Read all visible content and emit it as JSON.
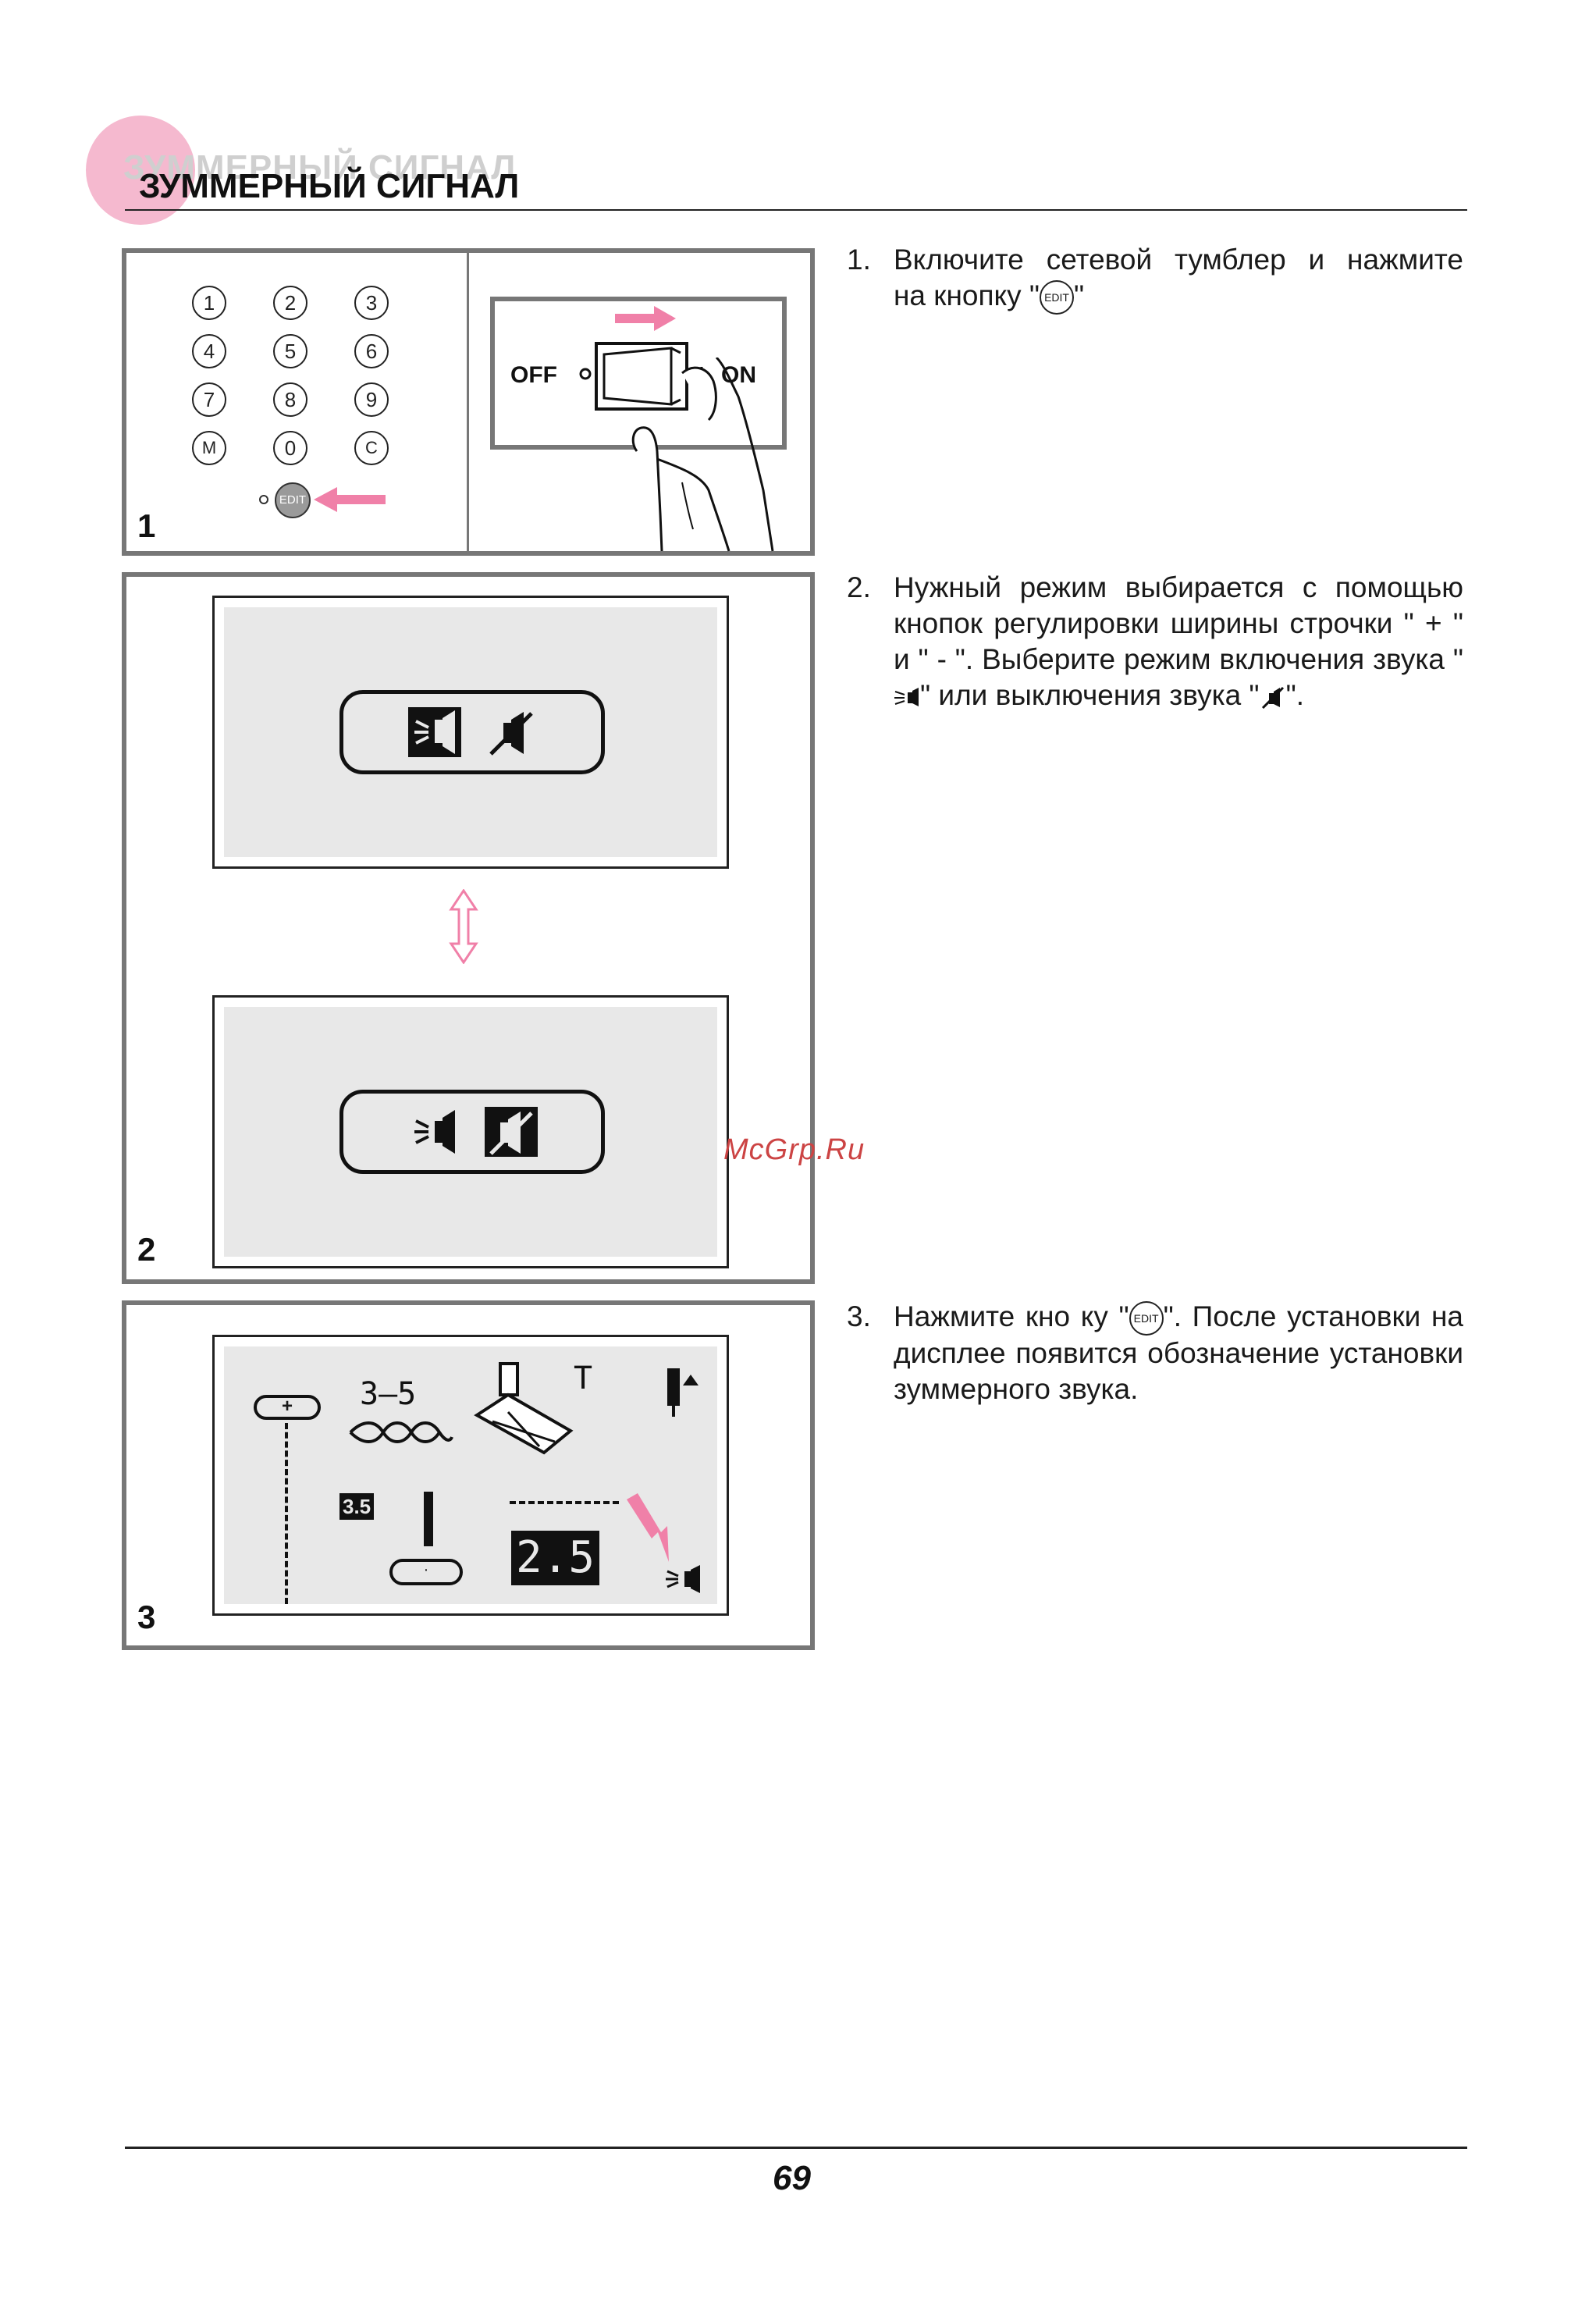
{
  "header": {
    "title": "ЗУММЕРНЫЙ СИГНАЛ"
  },
  "figures": {
    "panel1": {
      "number": "1",
      "keypad": [
        "1",
        "2",
        "3",
        "4",
        "5",
        "6",
        "7",
        "8",
        "9",
        "M",
        "0",
        "C"
      ],
      "edit_key": "EDIT",
      "switch_off": "OFF",
      "switch_on": "ON"
    },
    "panel2": {
      "number": "2"
    },
    "panel3": {
      "number": "3",
      "range": "3–5",
      "letter": "T",
      "small_value": "3.5",
      "large_value": "2.5",
      "plus": "+"
    }
  },
  "steps": [
    {
      "num": "1.",
      "line1": "Включите сетевой тумблер и нажмите",
      "line2_before": "на кнопку  \"",
      "edit": "EDIT",
      "line2_after": "\""
    },
    {
      "num": "2.",
      "text_a": "Нужный режим выбирается с помощью кнопок регулировки ширины строчки \" + \" и \" - \". Выберите режим включения звука \"",
      "text_b": "\" или выключения звука \"",
      "text_c": "\"."
    },
    {
      "num": "3.",
      "text_a": "Нажмите  кно ку  \"",
      "edit": "EDIT",
      "text_b": "\". После установки на дисплее появится обозначение установки зуммерного звука."
    }
  ],
  "watermark": "McGrp.Ru",
  "footer": {
    "page_number": "69"
  },
  "colors": {
    "accent_pink": "#f080a8",
    "frame_gray": "#777777",
    "lcd_bg": "#e8e8e8"
  }
}
